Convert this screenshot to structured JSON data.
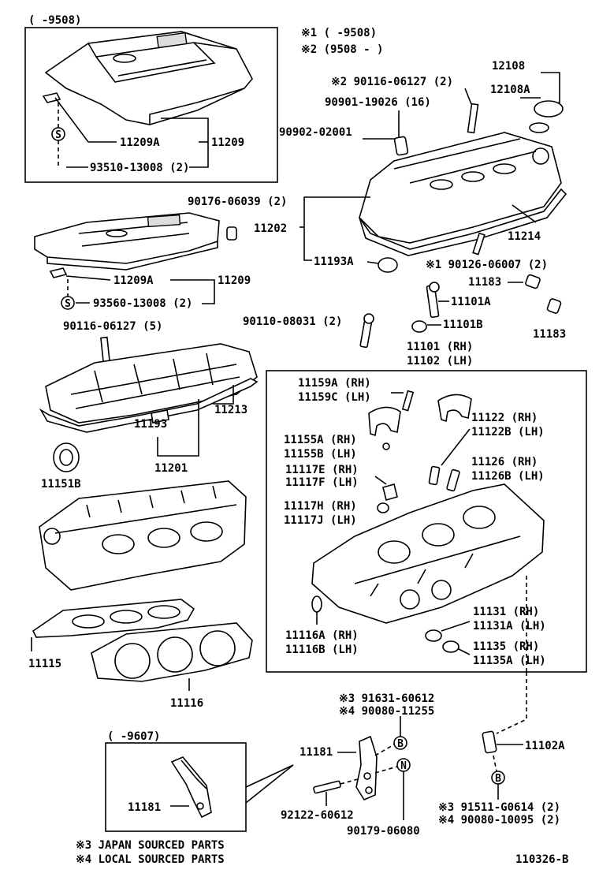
{
  "diagram_id": "110326-B",
  "notes": {
    "n1": "※1 (          -9508)",
    "n2": "※2 (9508  -          )",
    "n3": "※3 JAPAN  SOURCED  PARTS",
    "n4": "※4 LOCAL  SOURCED  PARTS"
  },
  "inset_top": {
    "range": "(          -9508)"
  },
  "inset_bottom": {
    "range": "(      -9607)"
  },
  "labels": {
    "l_11209a_top": "11209A",
    "l_11209_top": "11209",
    "l_93510": "93510-13008 (2)",
    "l_90176": "90176-06039 (2)",
    "l_11209a_mid": "11209A",
    "l_11209_mid": "11209",
    "l_93560": "93560-13008 (2)",
    "l_90116_5": "90116-06127 (5)",
    "l_11213": "11213",
    "l_11193": "11193",
    "l_11201": "11201",
    "l_11151b": "11151B",
    "l_11115": "11115",
    "l_11116": "11116",
    "l_n2_90116": "※2 90116-06127 (2)",
    "l_90901": "90901-19026 (16)",
    "l_90902": "90902-02001",
    "l_12108": "12108",
    "l_12108a": "12108A",
    "l_11202": "11202",
    "l_11214": "11214",
    "l_11193a": "11193A",
    "l_n1_90126": "※1 90126-06007 (2)",
    "l_11183_a": "11183",
    "l_11183_b": "11183",
    "l_11101a": "11101A",
    "l_90110": "90110-08031 (2)",
    "l_11101b": "11101B",
    "l_11101": "11101 (RH)",
    "l_11102": "11102 (LH)",
    "l_11159a": "11159A (RH)",
    "l_11159c": "11159C (LH)",
    "l_11122": "11122   (RH)",
    "l_11122b": "11122B (LH)",
    "l_11155a": "11155A (RH)",
    "l_11155b": "11155B (LH)",
    "l_11117e": "11117E (RH)",
    "l_11117f": "11117F (LH)",
    "l_11126": "11126   (RH)",
    "l_11126b": "11126B (LH)",
    "l_11117h": "11117H (RH)",
    "l_11117j": "11117J (LH)",
    "l_11116a": "11116A (RH)",
    "l_11116b": "11116B (LH)",
    "l_11131": "11131    (RH)",
    "l_11131a": "11131A (LH)",
    "l_11135": "11135    (RH)",
    "l_11135a": "11135A (LH)",
    "l_n3_91631": "※3 91631-60612",
    "l_n4_90080_11255": "※4 90080-11255",
    "l_11181_main": "11181",
    "l_11102a": "11102A",
    "l_92122": "92122-60612",
    "l_90179": "90179-06080",
    "l_n3_91511": "※3 91511-G0614 (2)",
    "l_n4_90080_10095": "※4 90080-10095 (2)",
    "l_11181_inset": "11181",
    "sym_s1": "S",
    "sym_s2": "S",
    "sym_b1": "B",
    "sym_n": "N",
    "sym_b2": "B"
  }
}
